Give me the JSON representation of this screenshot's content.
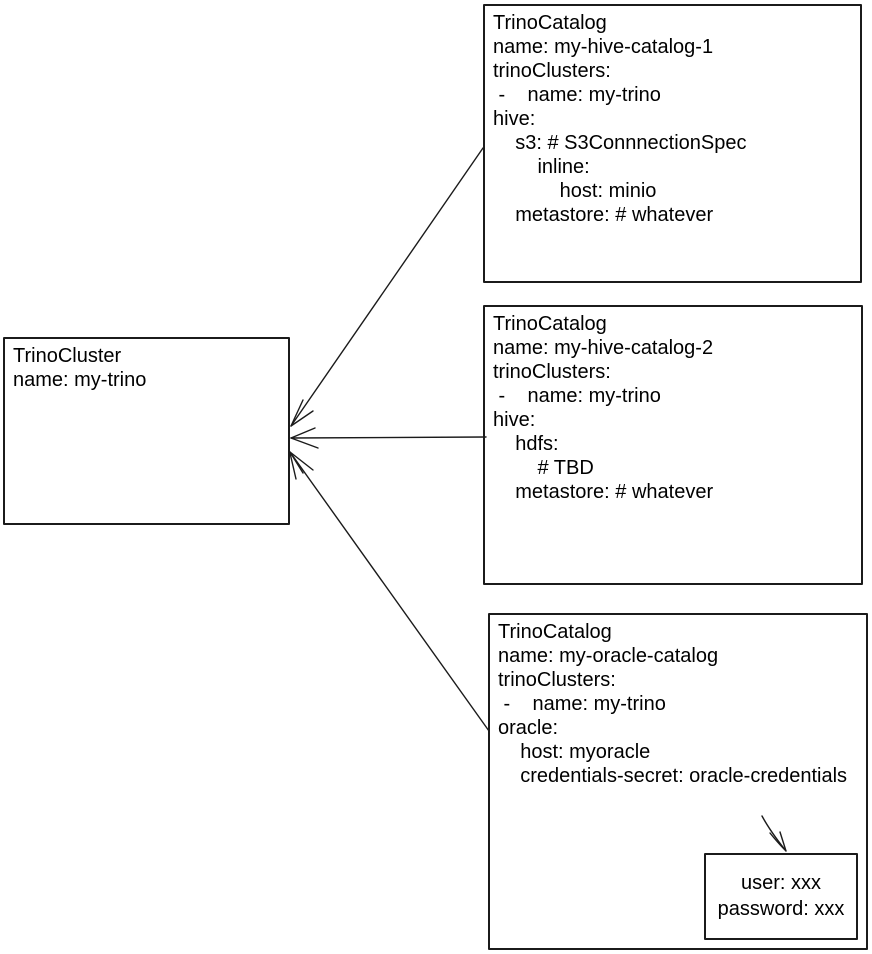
{
  "diagram": {
    "cluster_box": {
      "title": "TrinoCluster",
      "lines": [
        "TrinoCluster",
        "name: my-trino"
      ]
    },
    "catalog_boxes": [
      {
        "title": "TrinoCatalog",
        "name": "my-hive-catalog-1",
        "lines": [
          "TrinoCatalog",
          "name: my-hive-catalog-1",
          "trinoClusters:",
          " -    name: my-trino",
          "hive:",
          "    s3: # S3ConnnectionSpec",
          "        inline:",
          "            host: minio",
          "    metastore: # whatever"
        ]
      },
      {
        "title": "TrinoCatalog",
        "name": "my-hive-catalog-2",
        "lines": [
          "TrinoCatalog",
          "name: my-hive-catalog-2",
          "trinoClusters:",
          " -    name: my-trino",
          "hive:",
          "    hdfs:",
          "        # TBD",
          "    metastore: # whatever"
        ]
      },
      {
        "title": "TrinoCatalog",
        "name": "my-oracle-catalog",
        "lines": [
          "TrinoCatalog",
          "name: my-oracle-catalog",
          "trinoClusters:",
          " -    name: my-trino",
          "oracle:",
          "    host: myoracle",
          "    credentials-secret: oracle-credentials"
        ]
      }
    ],
    "secret_box": {
      "lines": [
        "user: xxx",
        "password: xxx"
      ]
    },
    "colors": {
      "stroke": "#1b1b1b",
      "background": "#ffffff",
      "text": "#000000"
    }
  }
}
